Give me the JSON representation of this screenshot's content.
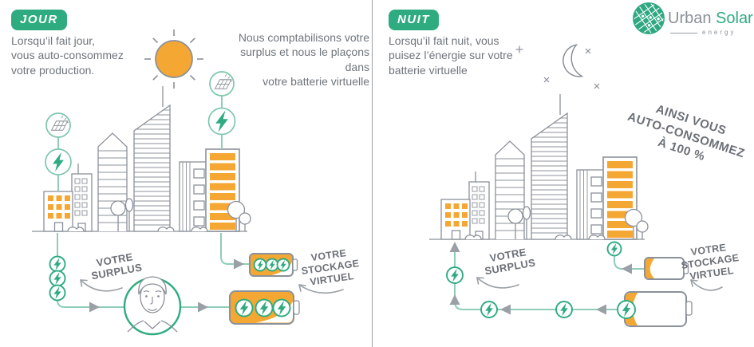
{
  "left": {
    "badge": "JOUR",
    "intro": "Lorsqu’il fait jour,\nvous auto-consommez\nvotre production.",
    "note": "Nous comptabilisons votre\nsurplus et nous le plaçons dans\nvotre batterie virtuelle",
    "surplus_label": "VOTRE\nSURPLUS",
    "storage_label": "VOTRE STOCKAGE\nVIRTUEL"
  },
  "right": {
    "badge": "NUIT",
    "intro": "Lorsqu’il fait nuit, vous\npuisez l’énergie sur votre\nbatterie virtuelle",
    "auto_label": "AINSI VOUS\nAUTO-CONSOMMEZ\nÀ 100 %",
    "surplus_label": "VOTRE\nSURPLUS",
    "storage_label": "VOTRE STOCKAGE\nVIRTUEL"
  },
  "logo": {
    "brand_gray": "Urban ",
    "brand_green": "Solar",
    "sub": "energy"
  },
  "icons": {
    "sun": "sun-icon",
    "moon": "moon-icon",
    "solar_panel": "solar-panel-icon",
    "lightning": "lightning-bolt-icon",
    "battery_full": "battery-full-icon",
    "battery_empty": "battery-empty-icon",
    "person": "person-face-icon",
    "city": "city-illustration"
  },
  "colors": {
    "green": "#2fac7f",
    "light_green": "#8fcdb9",
    "orange": "#f5a733",
    "line_gray": "#8b919a",
    "text_gray": "#6e757c",
    "hand_gray": "#6b7077",
    "circle_green": "#7cc7ab"
  }
}
